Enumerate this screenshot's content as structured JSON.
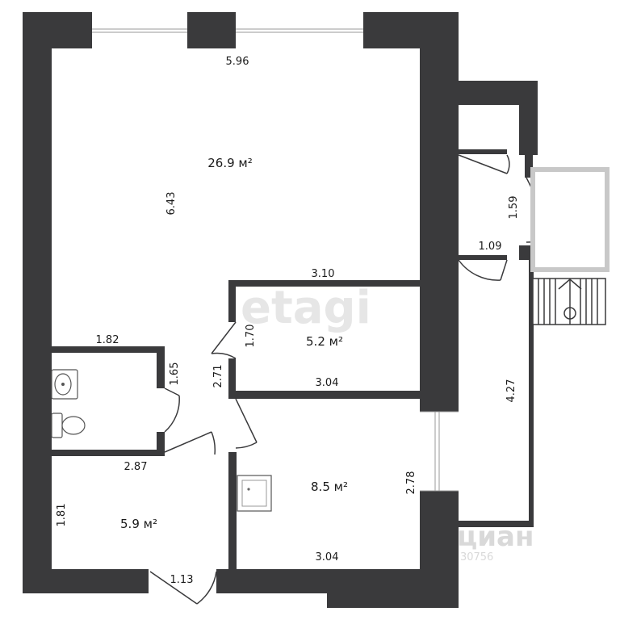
{
  "rooms": {
    "living": {
      "area": "26.9 м²",
      "width": "5.96",
      "length": "6.43"
    },
    "small_room": {
      "area": "5.2 м²",
      "top": "3.10",
      "side": "1.70",
      "bottom": "3.04"
    },
    "kitchen": {
      "area": "8.5 м²",
      "side": "2.78",
      "bottom": "3.04"
    },
    "hall": {
      "area": "5.9 м²",
      "top": "2.87",
      "side": "1.81",
      "door": "1.13"
    },
    "bathroom": {
      "width": "1.82",
      "side": "1.65"
    },
    "corridor": {
      "side": "2.71"
    },
    "balcony_upper": {
      "side": "1.59",
      "bottom": "1.09"
    },
    "balcony_lower": {
      "side": "4.27"
    }
  },
  "watermarks": {
    "etagi": "etagi",
    "cian": "циан",
    "cian_id": "ID 30756"
  }
}
